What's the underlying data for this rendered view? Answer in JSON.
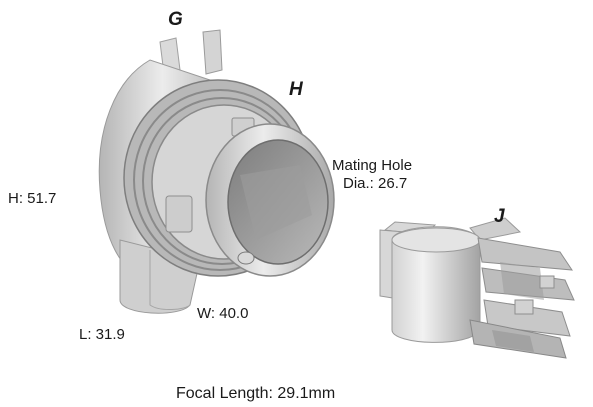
{
  "part_letters": {
    "g": "G",
    "h": "H",
    "j": "J"
  },
  "dimensions": {
    "height": "H: 51.7",
    "length": "L: 31.9",
    "width": "W: 40.0",
    "mating_hole_line1": "Mating Hole",
    "mating_hole_line2": "Dia.: 26.7"
  },
  "focal_length": "Focal Length: 29.1mm",
  "colors": {
    "part_light": "#e8e8e8",
    "part_mid": "#c6c6c6",
    "part_dark": "#8f8f8f",
    "text": "#1a1a1a"
  }
}
